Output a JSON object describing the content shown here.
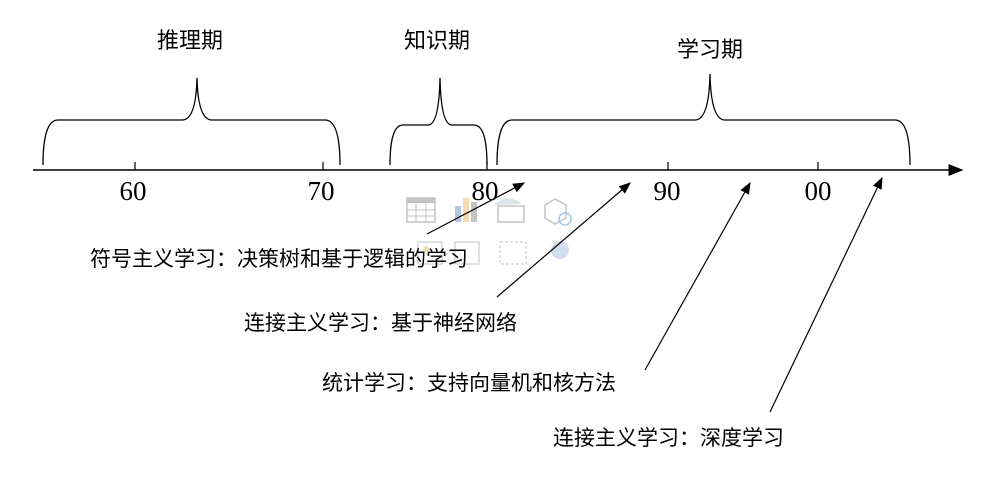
{
  "periods": [
    {
      "label": "推理期"
    },
    {
      "label": "知识期"
    },
    {
      "label": "学习期"
    }
  ],
  "axis_ticks": [
    "60",
    "70",
    "80",
    "90",
    "00"
  ],
  "annotations": [
    {
      "text": "符号主义学习：决策树和基于逻辑的学习"
    },
    {
      "text": "连接主义学习：基于神经网络"
    },
    {
      "text": "统计学习：支持向量机和核方法"
    },
    {
      "text": "连接主义学习：深度学习"
    }
  ]
}
